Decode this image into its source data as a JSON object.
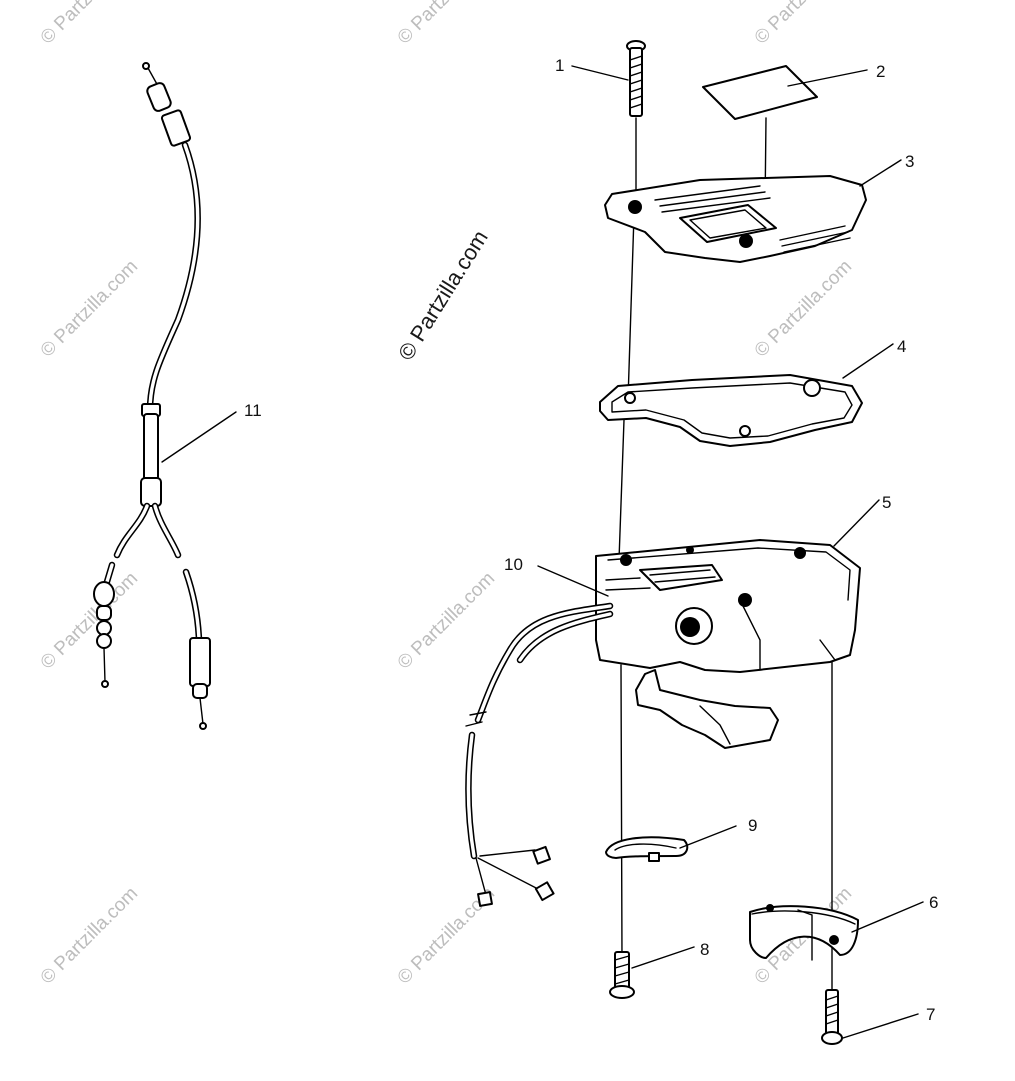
{
  "watermark": {
    "text": "© Partzilla.com",
    "color": "#c4c4c4"
  },
  "callouts": [
    {
      "number": "1"
    },
    {
      "number": "2"
    },
    {
      "number": "3"
    },
    {
      "number": "4"
    },
    {
      "number": "5"
    },
    {
      "number": "6"
    },
    {
      "number": "7"
    },
    {
      "number": "8"
    },
    {
      "number": "9"
    },
    {
      "number": "10"
    },
    {
      "number": "11"
    }
  ]
}
